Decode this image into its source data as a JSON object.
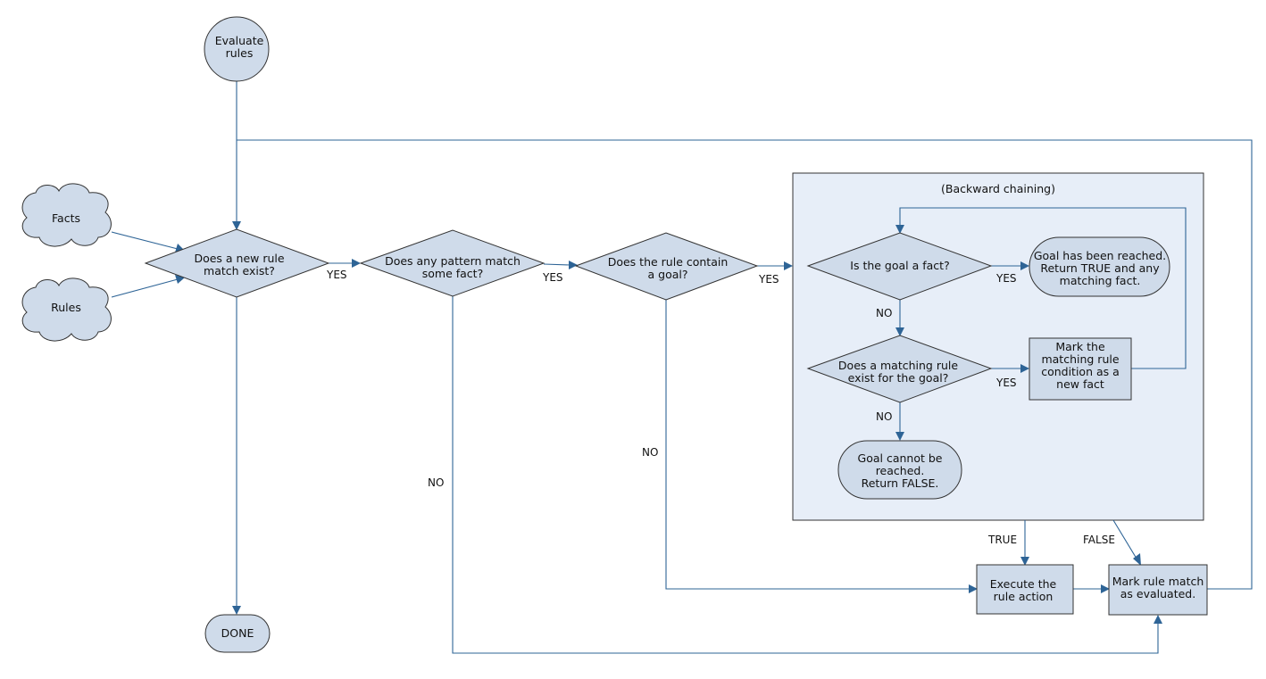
{
  "colors": {
    "shape_fill": "#cfdbea",
    "container_fill": "#e7eef8",
    "connector": "#2e6496",
    "outline": "#333333"
  },
  "nodes": {
    "evaluate": [
      "Evaluate",
      "rules"
    ],
    "facts": [
      "Facts"
    ],
    "rules": [
      "Rules"
    ],
    "new_match": [
      "Does a new rule",
      "match exist?"
    ],
    "pattern": [
      "Does any pattern match",
      "some fact?"
    ],
    "contain_goal": [
      "Does the rule contain",
      "a goal?"
    ],
    "done": [
      "DONE"
    ],
    "backward_title": [
      "(Backward chaining)"
    ],
    "is_fact": [
      "Is the goal a fact?"
    ],
    "goal_reached": [
      "Goal has been reached.",
      "Return TRUE and any",
      "matching fact."
    ],
    "matching_rule": [
      "Does a matching rule",
      "exist for the goal?"
    ],
    "mark_condition": [
      "Mark the",
      "matching rule",
      "condition as a",
      "new fact"
    ],
    "cannot_reach": [
      "Goal cannot be",
      "reached.",
      "Return FALSE."
    ],
    "execute": [
      "Execute the",
      "rule action"
    ],
    "mark_evaluated": [
      "Mark rule match",
      "as evaluated."
    ]
  },
  "edge_labels": {
    "yes1": "YES",
    "yes2": "YES",
    "yes3": "YES",
    "yes4": "YES",
    "yes5": "YES",
    "no_pattern": "NO",
    "no_goal": "NO",
    "no_fact": "NO",
    "no_matching": "NO",
    "true": "TRUE",
    "false": "FALSE"
  }
}
